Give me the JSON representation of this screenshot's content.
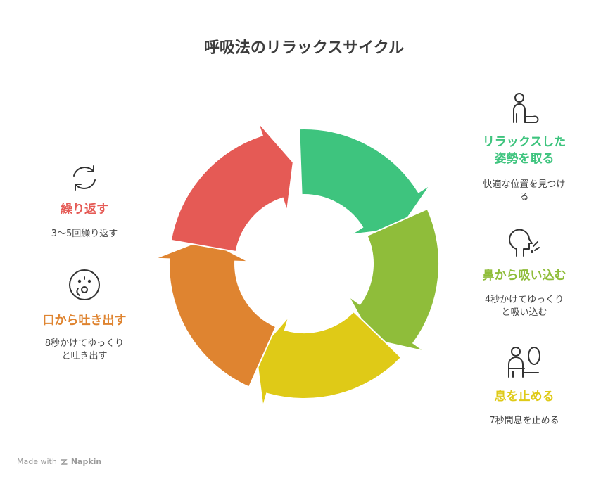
{
  "title": "呼吸法のリラックスサイクル",
  "colors": {
    "green": "#3ec47e",
    "lime": "#8fbd3a",
    "yellow": "#dfca17",
    "orange": "#df8430",
    "red": "#e55a55"
  },
  "steps": [
    {
      "heading": "リラックスした\n姿勢を取る",
      "desc": "快適な位置を見つけ\nる",
      "icon": "person-sitting-icon",
      "color": "#3ec47e"
    },
    {
      "heading": "鼻から吸い込む",
      "desc": "4秒かけてゆっくり\nと吸い込む",
      "icon": "head-inhale-icon",
      "color": "#8fbd3a"
    },
    {
      "heading": "息を止める",
      "desc": "7秒間息を止める",
      "icon": "person-thought-icon",
      "color": "#dfca17"
    },
    {
      "heading": "口から吐き出す",
      "desc": "8秒かけてゆっくり\nと吐き出す",
      "icon": "exhale-face-icon",
      "color": "#df8430"
    },
    {
      "heading": "繰り返す",
      "desc": "3〜5回繰り返す",
      "icon": "repeat-cycle-icon",
      "color": "#e55a55"
    }
  ],
  "footer": {
    "made_with": "Made with",
    "brand": "Napkin"
  }
}
